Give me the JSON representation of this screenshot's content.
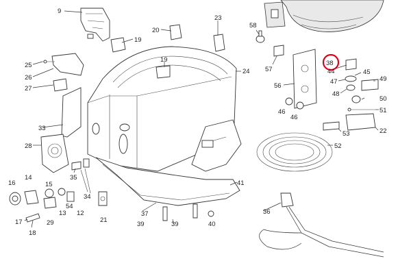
{
  "diagram": {
    "highlight_color": "#e0001a",
    "highlighted_label": "38",
    "labels": {
      "l9": "9",
      "l19a": "19",
      "l20": "20",
      "l23": "23",
      "l58": "58",
      "l25": "25",
      "l26": "26",
      "l27": "27",
      "l19b": "19",
      "l24": "24",
      "l57": "57",
      "l38": "38",
      "l44": "44",
      "l45": "45",
      "l49": "49",
      "l47": "47",
      "l48": "48",
      "l50": "50",
      "l56": "56",
      "l46a": "46",
      "l46b": "46",
      "l51": "51",
      "l22": "22",
      "l53": "53",
      "l33": "33",
      "l52": "52",
      "l28": "28",
      "l35": "35",
      "l16": "16",
      "l14": "14",
      "l41": "41",
      "l15": "15",
      "l34": "34",
      "l13": "13",
      "l12": "12",
      "l54": "54",
      "l29": "29",
      "l21": "21",
      "l37": "37",
      "l36": "36",
      "l17": "17",
      "l18": "18",
      "l39a": "39",
      "l39b": "39",
      "l40": "40"
    }
  }
}
